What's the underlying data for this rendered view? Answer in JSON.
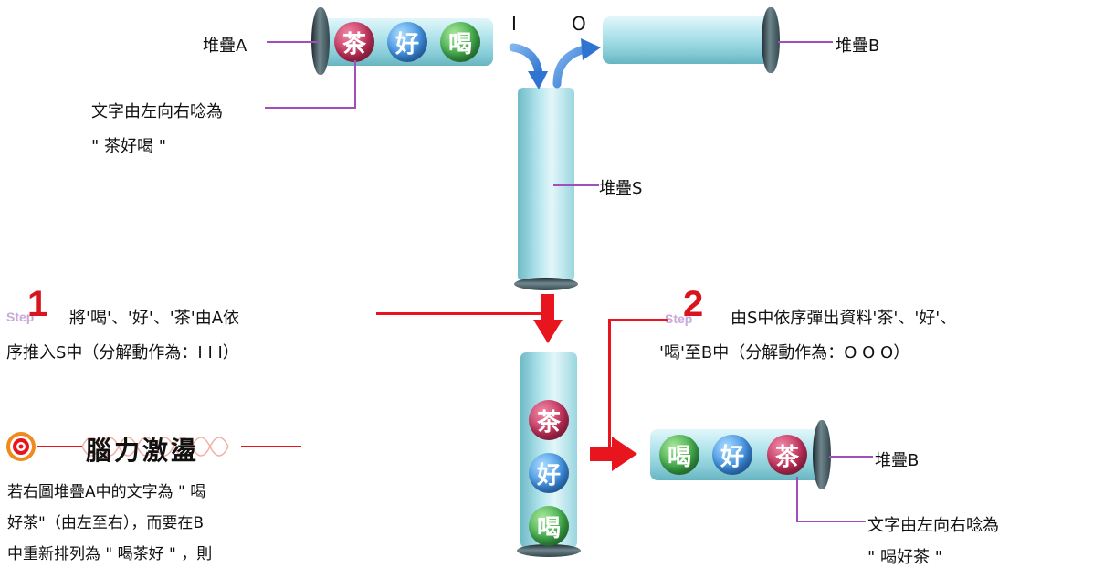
{
  "labels": {
    "stack_a": "堆疊A",
    "stack_b_top": "堆疊B",
    "stack_s": "堆疊S",
    "stack_b_bottom": "堆疊B",
    "io_i": "I",
    "io_o": "O"
  },
  "balls": {
    "top": [
      "茶",
      "好",
      "喝"
    ],
    "vertical": [
      "茶",
      "好",
      "喝"
    ],
    "right": [
      "喝",
      "好",
      "茶"
    ]
  },
  "notes": {
    "top_left_1": "文字由左向右唸為",
    "top_left_2": "\" 茶好喝 \"",
    "bottom_right_1": "文字由左向右唸為",
    "bottom_right_2": "\" 喝好茶 \""
  },
  "steps": {
    "step_word": "Step",
    "step1_num": "1",
    "step1_line1": "將'喝'、'好'、'茶'由A依",
    "step1_line2": "序推入S中（分解動作為：I I I）",
    "step2_num": "2",
    "step2_line1": "由S中依序彈出資料'茶'、'好'、",
    "step2_line2": "'喝'至B中（分解動作為：O O O）"
  },
  "brain": {
    "title": "腦力激盪",
    "line1": "若右圖堆疊A中的文字為 \" 喝",
    "line2": "好茶\"（由左至右），而要在B",
    "line3": "中重新排列為 \" 喝茶好 \" ，則"
  },
  "colors": {
    "callout_line": "#a050b8",
    "step_red": "#e8141e",
    "arrow_blue": "#2f74d0"
  }
}
